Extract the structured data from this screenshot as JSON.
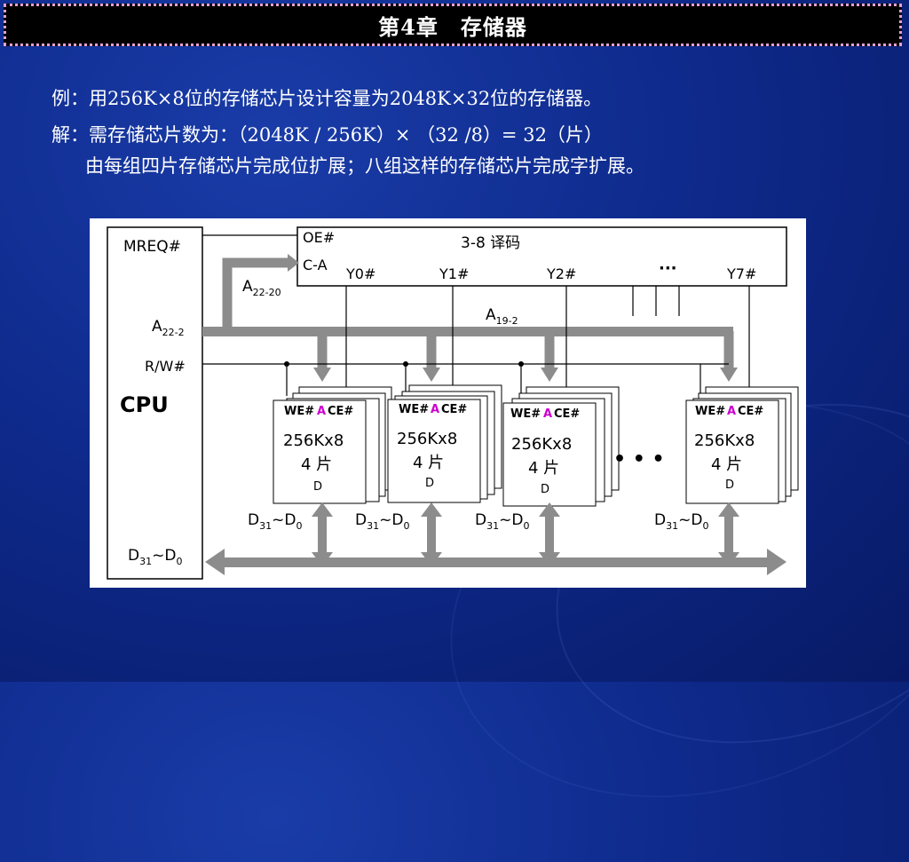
{
  "header": {
    "title": "第4章　存储器"
  },
  "content": {
    "line1": "例：用256K×8位的存储芯片设计容量为2048K×32位的存储器。",
    "line2": "解：需存储芯片数为：（2048K / 256K）× （32 /8）= 32（片）",
    "line3": "由每组四片存储芯片完成位扩展；八组这样的存储芯片完成字扩展。"
  },
  "diagram": {
    "cpu_label": "CPU",
    "mreq": "MREQ#",
    "a22_2": {
      "base": "A",
      "sub": "22-2"
    },
    "rw": "R/W#",
    "d31_0_cpu": {
      "base": "D",
      "sub1": "31",
      "mid": "~D",
      "sub2": "0"
    },
    "a22_20": {
      "base": "A",
      "sub": "22-20"
    },
    "a19_2": {
      "base": "A",
      "sub": "19-2"
    },
    "decoder": {
      "oe": "OE#",
      "ca": "C-A",
      "title": "3-8 译码",
      "outputs": [
        "Y0#",
        "Y1#",
        "Y2#",
        "Y7#"
      ],
      "ellipsis": "···"
    },
    "chip": {
      "we": "WE#",
      "a": "A",
      "ce": "CE#",
      "capacity": "256Kx8",
      "count": "4 片",
      "d": "D"
    },
    "bus_label": {
      "base": "D",
      "sub1": "31",
      "mid": "~D",
      "sub2": "0"
    },
    "dots": "• • •"
  },
  "colors": {
    "background": "#0e2a8c",
    "title_border": "#e7a0d8",
    "arrow_gray": "#8c8c8c",
    "chip_a_magenta": "#cc00cc"
  }
}
